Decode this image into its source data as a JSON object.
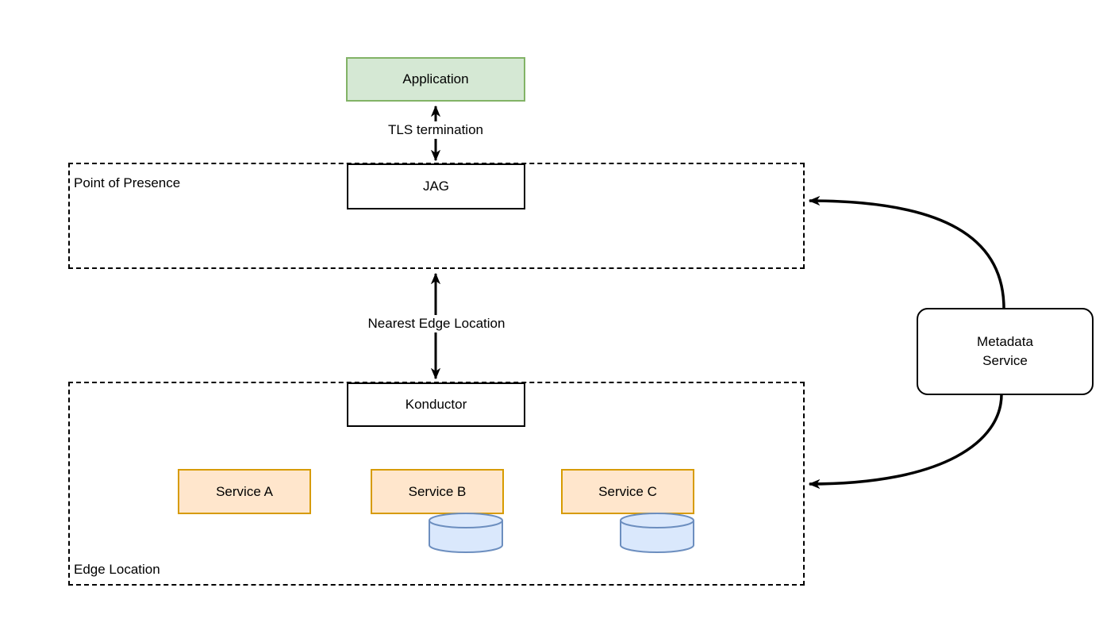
{
  "diagram": {
    "application": {
      "label": "Application"
    },
    "tls_arrow": {
      "label": "TLS termination"
    },
    "jag": {
      "label": "JAG"
    },
    "pop_region": {
      "label": "Point of Presence"
    },
    "nearest_arrow": {
      "label": "Nearest Edge Location"
    },
    "edge_region": {
      "label": "Edge Location"
    },
    "konductor": {
      "label": "Konductor"
    },
    "services": [
      {
        "label": "Service A",
        "has_database": false
      },
      {
        "label": "Service B",
        "has_database": true
      },
      {
        "label": "Service C",
        "has_database": true
      }
    ],
    "metadata_service": {
      "label_line1": "Metadata",
      "label_line2": "Service"
    },
    "colors": {
      "application_fill": "#d5e8d4",
      "application_border": "#82b366",
      "service_fill": "#ffe6cc",
      "service_border": "#d79b00",
      "database_fill": "#dae8fc",
      "database_border": "#6c8ebf",
      "line": "#000000",
      "background": "#ffffff"
    }
  }
}
